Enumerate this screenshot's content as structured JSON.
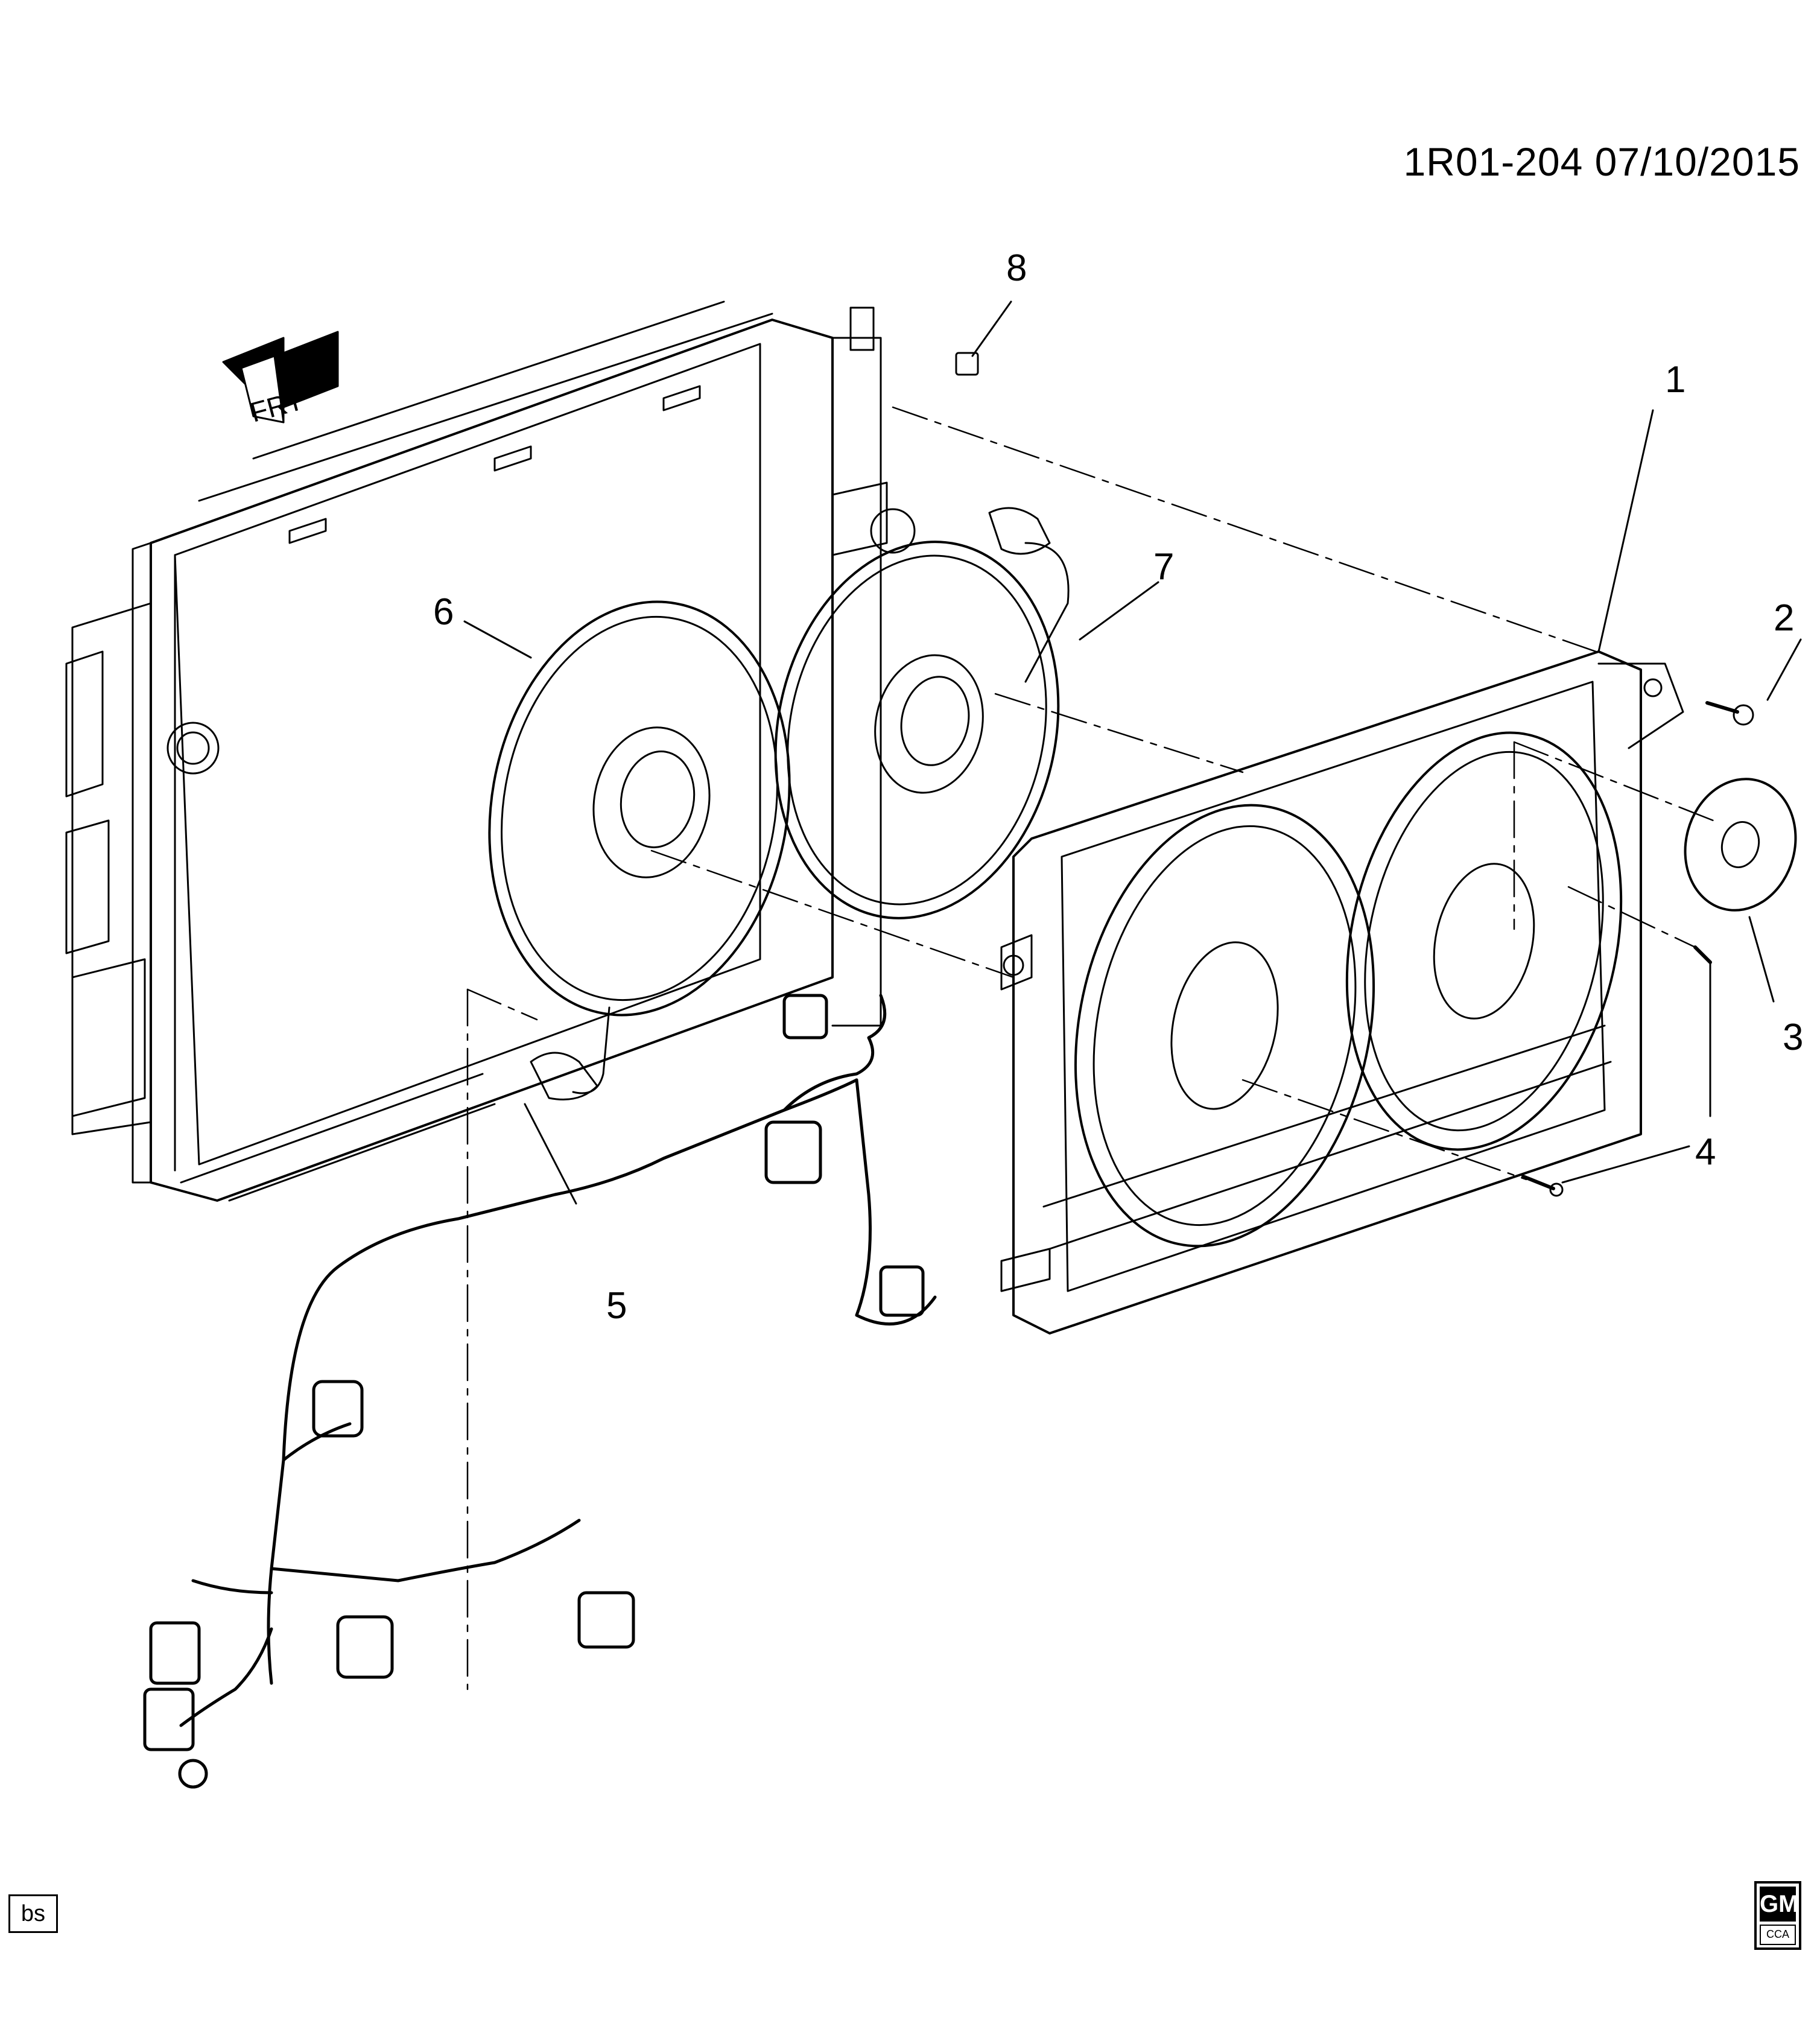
{
  "header": {
    "diagram_id": "1R01-204 07/10/2015"
  },
  "orientation": {
    "label": "FRT"
  },
  "callouts": [
    "1",
    "2",
    "3",
    "4",
    "5",
    "6",
    "7",
    "8"
  ],
  "footer": {
    "illustrator_code": "bs",
    "logo_text": "GM",
    "logo_subtext": "CCA"
  }
}
